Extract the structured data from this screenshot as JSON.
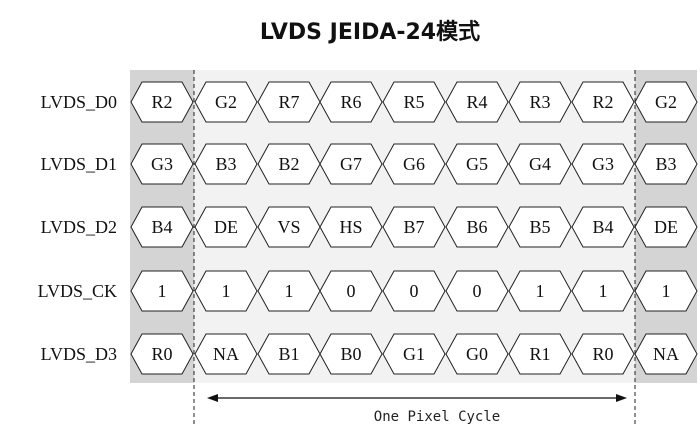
{
  "title": "LVDS JEIDA-24模式",
  "lanes": [
    {
      "label": "LVDS_D0",
      "cells": [
        "R2",
        "G2",
        "R7",
        "R6",
        "R5",
        "R4",
        "R3",
        "R2",
        "G2"
      ]
    },
    {
      "label": "LVDS_D1",
      "cells": [
        "G3",
        "B3",
        "B2",
        "G7",
        "G6",
        "G5",
        "G4",
        "G3",
        "B3"
      ]
    },
    {
      "label": "LVDS_D2",
      "cells": [
        "B4",
        "DE",
        "VS",
        "HS",
        "B7",
        "B6",
        "B5",
        "B4",
        "DE"
      ]
    },
    {
      "label": "LVDS_CK",
      "cells": [
        "1",
        "1",
        "1",
        "0",
        "0",
        "0",
        "1",
        "1",
        "1"
      ]
    },
    {
      "label": "LVDS_D3",
      "cells": [
        "R0",
        "NA",
        "B1",
        "B0",
        "G1",
        "G0",
        "R1",
        "R0",
        "NA"
      ]
    }
  ],
  "cycle_caption": "One Pixel Cycle",
  "colors": {
    "panel_bg": "#f2f2f2",
    "edge_column_bg": "#d4d4d4",
    "stroke": "#222222"
  }
}
